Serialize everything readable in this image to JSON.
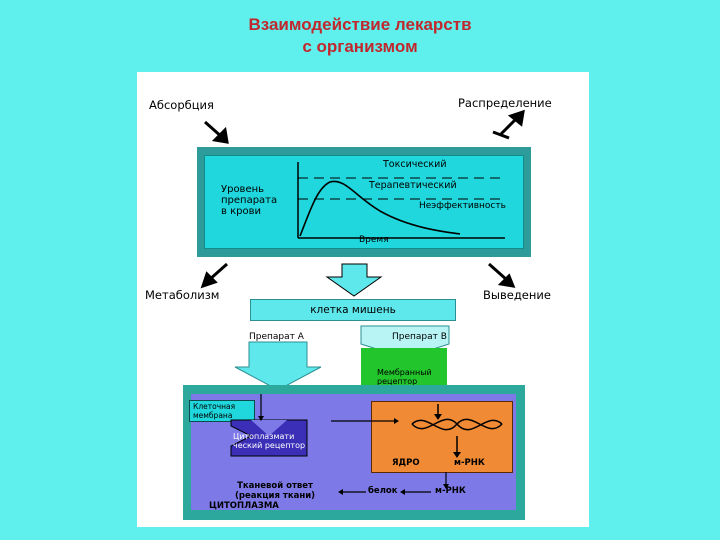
{
  "title": {
    "line1": "Взаимодействие лекарств",
    "line2": "с организмом"
  },
  "labels": {
    "absorption": "Абсорбция",
    "distribution": "Распределение",
    "metabolism": "Метаболизм",
    "excretion": "Выведение",
    "target_cell": "клетка мишень"
  },
  "graph": {
    "ylabel": [
      "Уровень",
      "препарата",
      "в крови"
    ],
    "toxic": "Токсический",
    "therapeutic": "Терапевтический",
    "ineffective": "Неэффективность",
    "xlabel": "Время"
  },
  "cell": {
    "drug_a": "Препарат А",
    "drug_b": "Препарат В",
    "membrane_receptor": [
      "Мембранный",
      "рецептор"
    ],
    "cell_membrane": [
      "Клеточная",
      "мембрана"
    ],
    "cytoplasmic_receptor": [
      "Цитоплазмати",
      "ческий рецептор"
    ],
    "nucleus": "ЯДРО",
    "mrna_1": "м-РНК",
    "mrna_2": "м-РНК",
    "protein": "белок",
    "tissue_response": [
      "Тканевой ответ",
      "(реакция ткани)"
    ],
    "cytoplasm": "ЦИТОПЛАЗМА"
  },
  "colors": {
    "background": "#5ff0ee",
    "title": "#c0282e",
    "graph_frame": "#2e9b9b",
    "graph_fill": "#1fd7dc",
    "cell_frame": "#2da89c",
    "cytoplasm": "#7d7ae8",
    "nucleus": "#f08a34",
    "membrane_receptor": "#22c52c"
  }
}
